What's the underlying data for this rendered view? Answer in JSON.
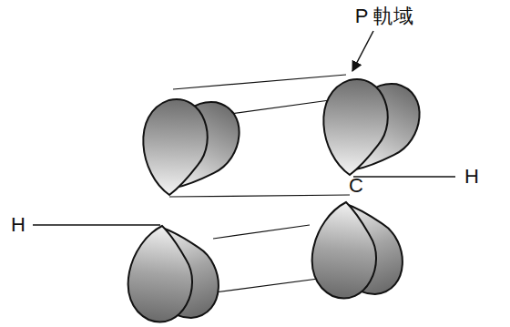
{
  "diagram": {
    "labels": [
      "P 軌域",
      "H",
      "C",
      "H"
    ]
  }
}
